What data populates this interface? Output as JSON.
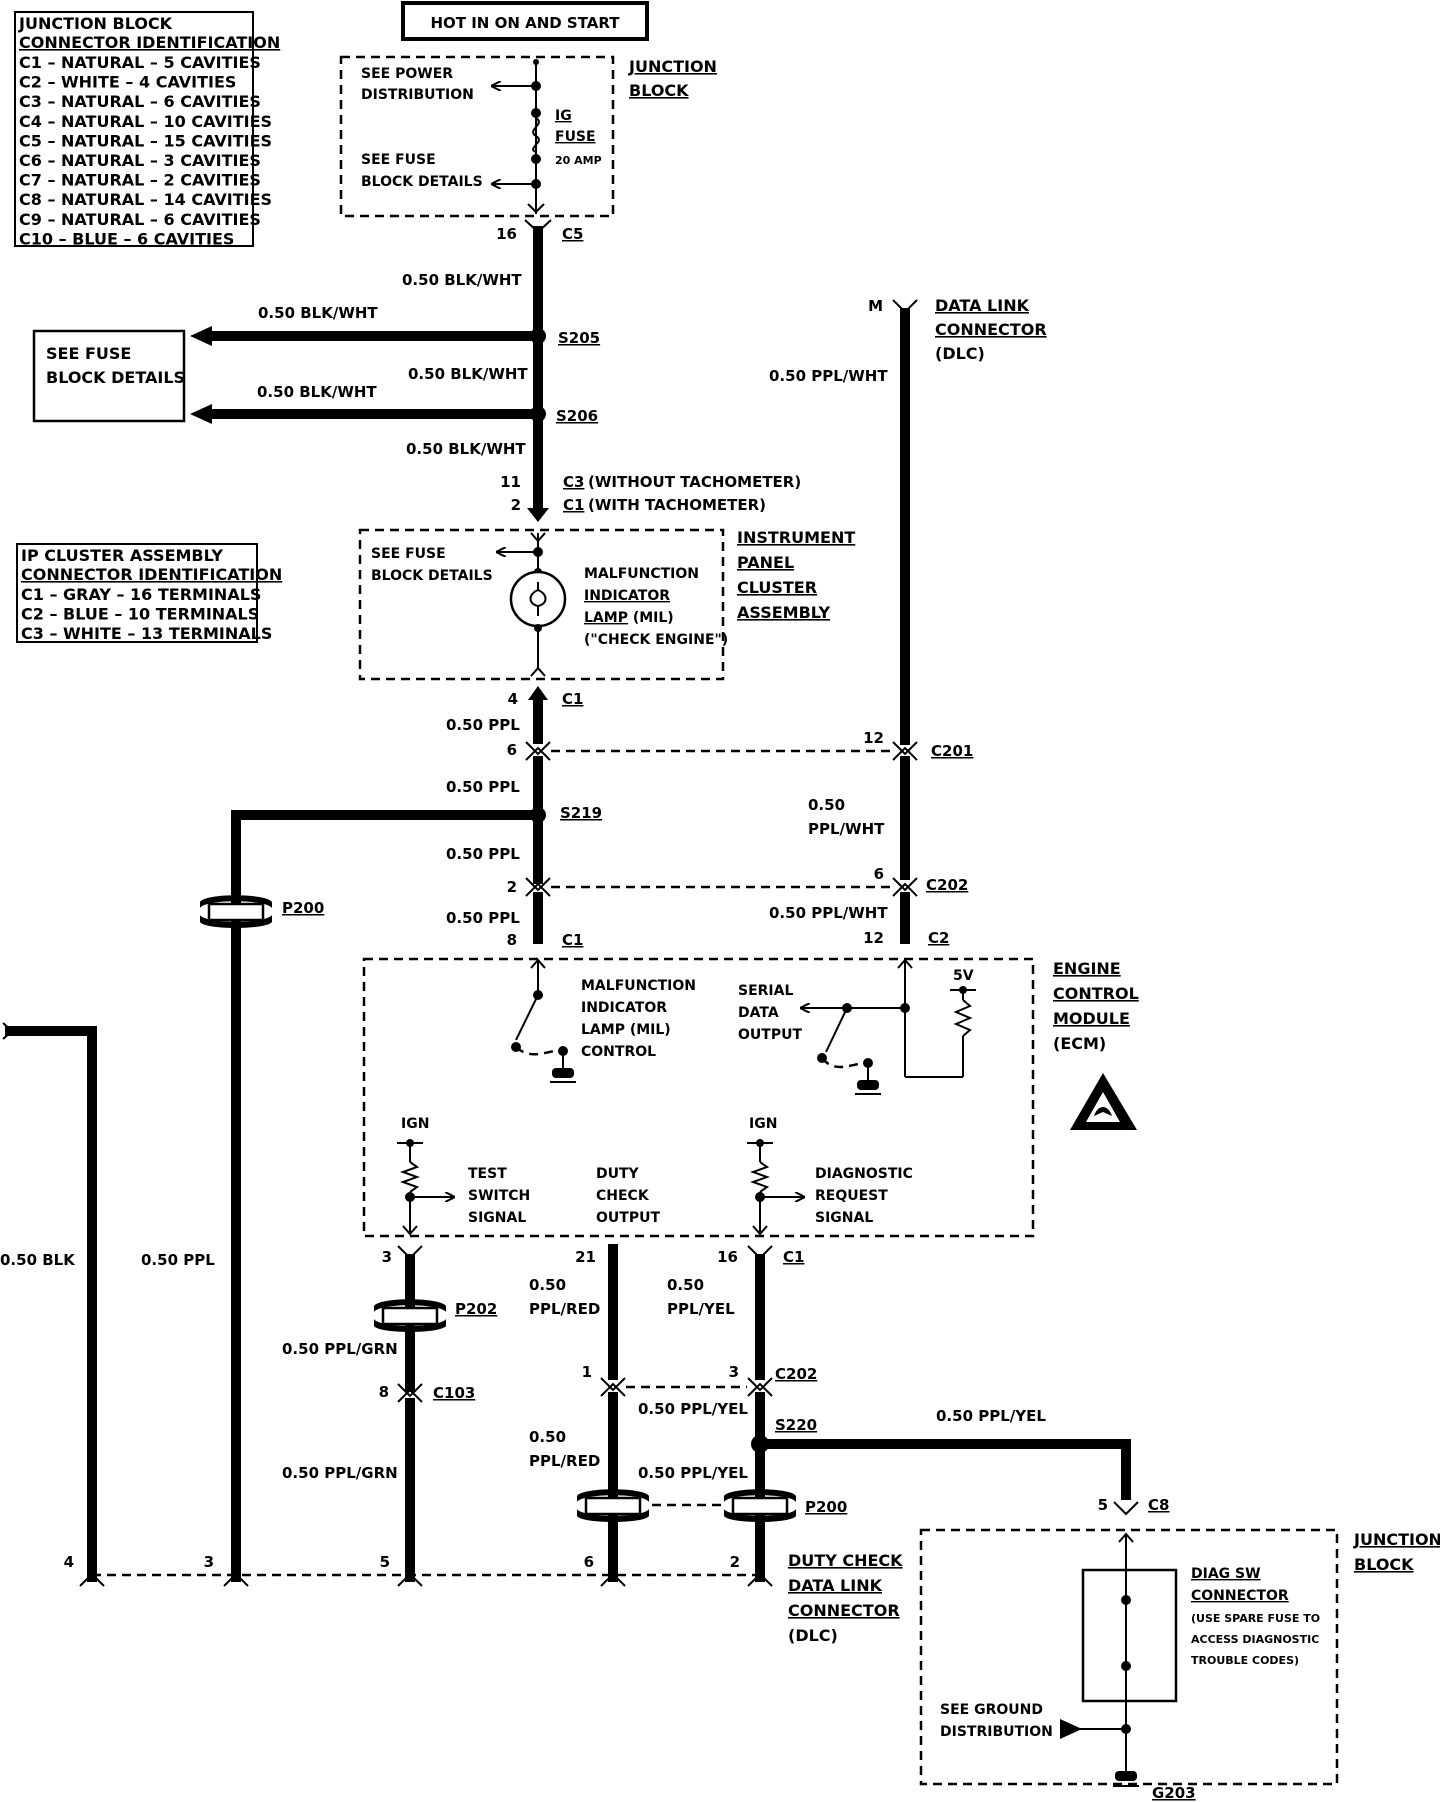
{
  "header": {
    "title": "HOT IN ON AND START"
  },
  "jb_id_table": {
    "title1": "JUNCTION BLOCK",
    "title2": "CONNECTOR IDENTIFICATION",
    "rows": [
      "C1 – NATURAL – 5 CAVITIES",
      "C2 – WHITE – 4 CAVITIES",
      "C3 – NATURAL – 6 CAVITIES",
      "C4 – NATURAL – 10 CAVITIES",
      "C5 – NATURAL – 15 CAVITIES",
      "C6 – NATURAL – 3 CAVITIES",
      "C7 – NATURAL – 2 CAVITIES",
      "C8 – NATURAL – 14 CAVITIES",
      "C9 – NATURAL – 6 CAVITIES",
      "C10 – BLUE – 6 CAVITIES"
    ]
  },
  "ip_id_table": {
    "title1": "IP CLUSTER ASSEMBLY",
    "title2": "CONNECTOR IDENTIFICATION",
    "rows": [
      "C1 – GRAY – 16 TERMINALS",
      "C2 – BLUE – 10 TERMINALS",
      "C3 – WHITE – 13 TERMINALS"
    ]
  },
  "junction_block_top": {
    "label1": "JUNCTION",
    "label2": "BLOCK",
    "see_power1": "SEE POWER",
    "see_power2": "DISTRIBUTION",
    "fuse1": "IG",
    "fuse2": "FUSE",
    "fuse_rating": "20 AMP",
    "see_fuse1": "SEE FUSE",
    "see_fuse2": "BLOCK DETAILS",
    "pin": "16",
    "conn": "C5"
  },
  "fuse_block_box": {
    "line1": "SEE FUSE",
    "line2": "BLOCK DETAILS"
  },
  "wires": {
    "blk_wht": "0.50 BLK/WHT",
    "ppl_wht": "0.50 PPL/WHT",
    "ppl_wht_a": "0.50",
    "ppl_wht_b": "PPL/WHT",
    "ppl": "0.50 PPL",
    "blk": "0.50 BLK",
    "ppl_grn": "0.50 PPL/GRN",
    "ppl_red_a": "0.50",
    "ppl_red_b": "PPL/RED",
    "ppl_yel_a": "0.50",
    "ppl_yel_b": "PPL/YEL",
    "ppl_yel": "0.50 PPL/YEL"
  },
  "splices": {
    "s205": "S205",
    "s206": "S206",
    "s219": "S219",
    "s220": "S220"
  },
  "cluster_conn": {
    "pin_a": "11",
    "conn_a": "C3",
    "note_a": "(WITHOUT TACHOMETER)",
    "pin_b": "2",
    "conn_b": "C1",
    "note_b": "(WITH TACHOMETER)"
  },
  "dlc_top": {
    "pin": "M",
    "label1": "DATA LINK",
    "label2": "CONNECTOR",
    "label3": "(DLC)"
  },
  "ip_cluster": {
    "label1": "INSTRUMENT",
    "label2": "PANEL",
    "label3": "CLUSTER",
    "label4": "ASSEMBLY",
    "see_fuse1": "SEE FUSE",
    "see_fuse2": "BLOCK DETAILS",
    "mil1": "MALFUNCTION",
    "mil2": "INDICATOR",
    "mil3": "LAMP",
    "mil3b": "(MIL)",
    "mil4": "(\"CHECK ENGINE\")",
    "pin": "4",
    "conn": "C1"
  },
  "inline_conns": {
    "c201": "C201",
    "c201_pin_l": "6",
    "c201_pin_r": "12",
    "c202": "C202",
    "c202_pin_l": "2",
    "c202_pin_r": "6",
    "p200": "P200",
    "p202": "P202",
    "c103": "C103",
    "c103_pin": "8",
    "c202b": "C202",
    "c202b_pin_l": "1",
    "c202b_pin_r": "3",
    "p200b": "P200"
  },
  "ecm": {
    "label1": "ENGINE",
    "label2": "CONTROL",
    "label3": "MODULE",
    "label4": "(ECM)",
    "top_pin_l": "8",
    "top_conn_l": "C1",
    "top_pin_r": "12",
    "top_conn_r": "C2",
    "mil1": "MALFUNCTION",
    "mil2": "INDICATOR",
    "mil3": "LAMP (MIL)",
    "mil4": "CONTROL",
    "serial1": "SERIAL",
    "serial2": "DATA",
    "serial3": "OUTPUT",
    "v5": "5V",
    "ign_l": "IGN",
    "ign_r": "IGN",
    "test1": "TEST",
    "test2": "SWITCH",
    "test3": "SIGNAL",
    "duty1": "DUTY",
    "duty2": "CHECK",
    "duty3": "OUTPUT",
    "diag1": "DIAGNOSTIC",
    "diag2": "REQUEST",
    "diag3": "SIGNAL",
    "bot_pin_1": "3",
    "bot_pin_2": "21",
    "bot_pin_3": "16",
    "bot_conn": "C1"
  },
  "duty_dlc": {
    "label1": "DUTY CHECK",
    "label2": "DATA LINK",
    "label3": "CONNECTOR",
    "label4": "(DLC)",
    "pin_1": "4",
    "pin_2": "3",
    "pin_3": "5",
    "pin_4": "6",
    "pin_5": "2"
  },
  "junction_block_bottom": {
    "label1": "JUNCTION",
    "label2": "BLOCK",
    "pin": "5",
    "conn": "C8",
    "diag1": "DIAG SW",
    "diag2": "CONNECTOR",
    "note1": "(USE SPARE FUSE TO",
    "note2": "ACCESS DIAGNOSTIC",
    "note3": "TROUBLE CODES)",
    "ground1": "SEE GROUND",
    "ground2": "DISTRIBUTION",
    "g203": "G203"
  }
}
